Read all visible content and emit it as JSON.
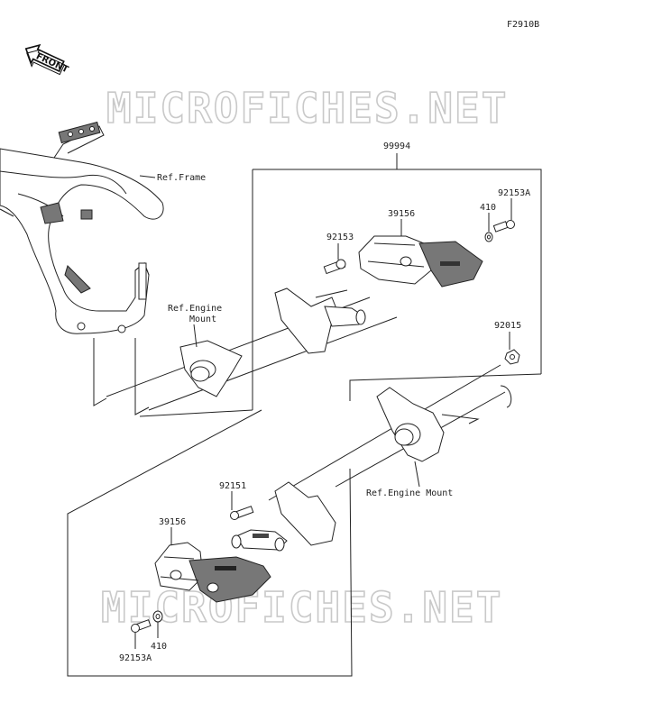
{
  "figure_code": "F2910B",
  "front_label": "FRONT",
  "watermark": "MICROFICHES.NET",
  "parts": {
    "kit": "99994",
    "slider_upper": "39156",
    "slider_lower": "39156",
    "bolt_upper_a": "92153A",
    "bolt_lower_a": "92153A",
    "washer_upper": "410",
    "washer_lower": "410",
    "bolt_upper": "92153",
    "bolt_lower": "92151",
    "nut": "92015"
  },
  "refs": {
    "frame": "Ref.Frame",
    "engine_mount_upper_line1": "Ref.Engine",
    "engine_mount_upper_line2": "Mount",
    "engine_mount_lower": "Ref.Engine Mount"
  }
}
